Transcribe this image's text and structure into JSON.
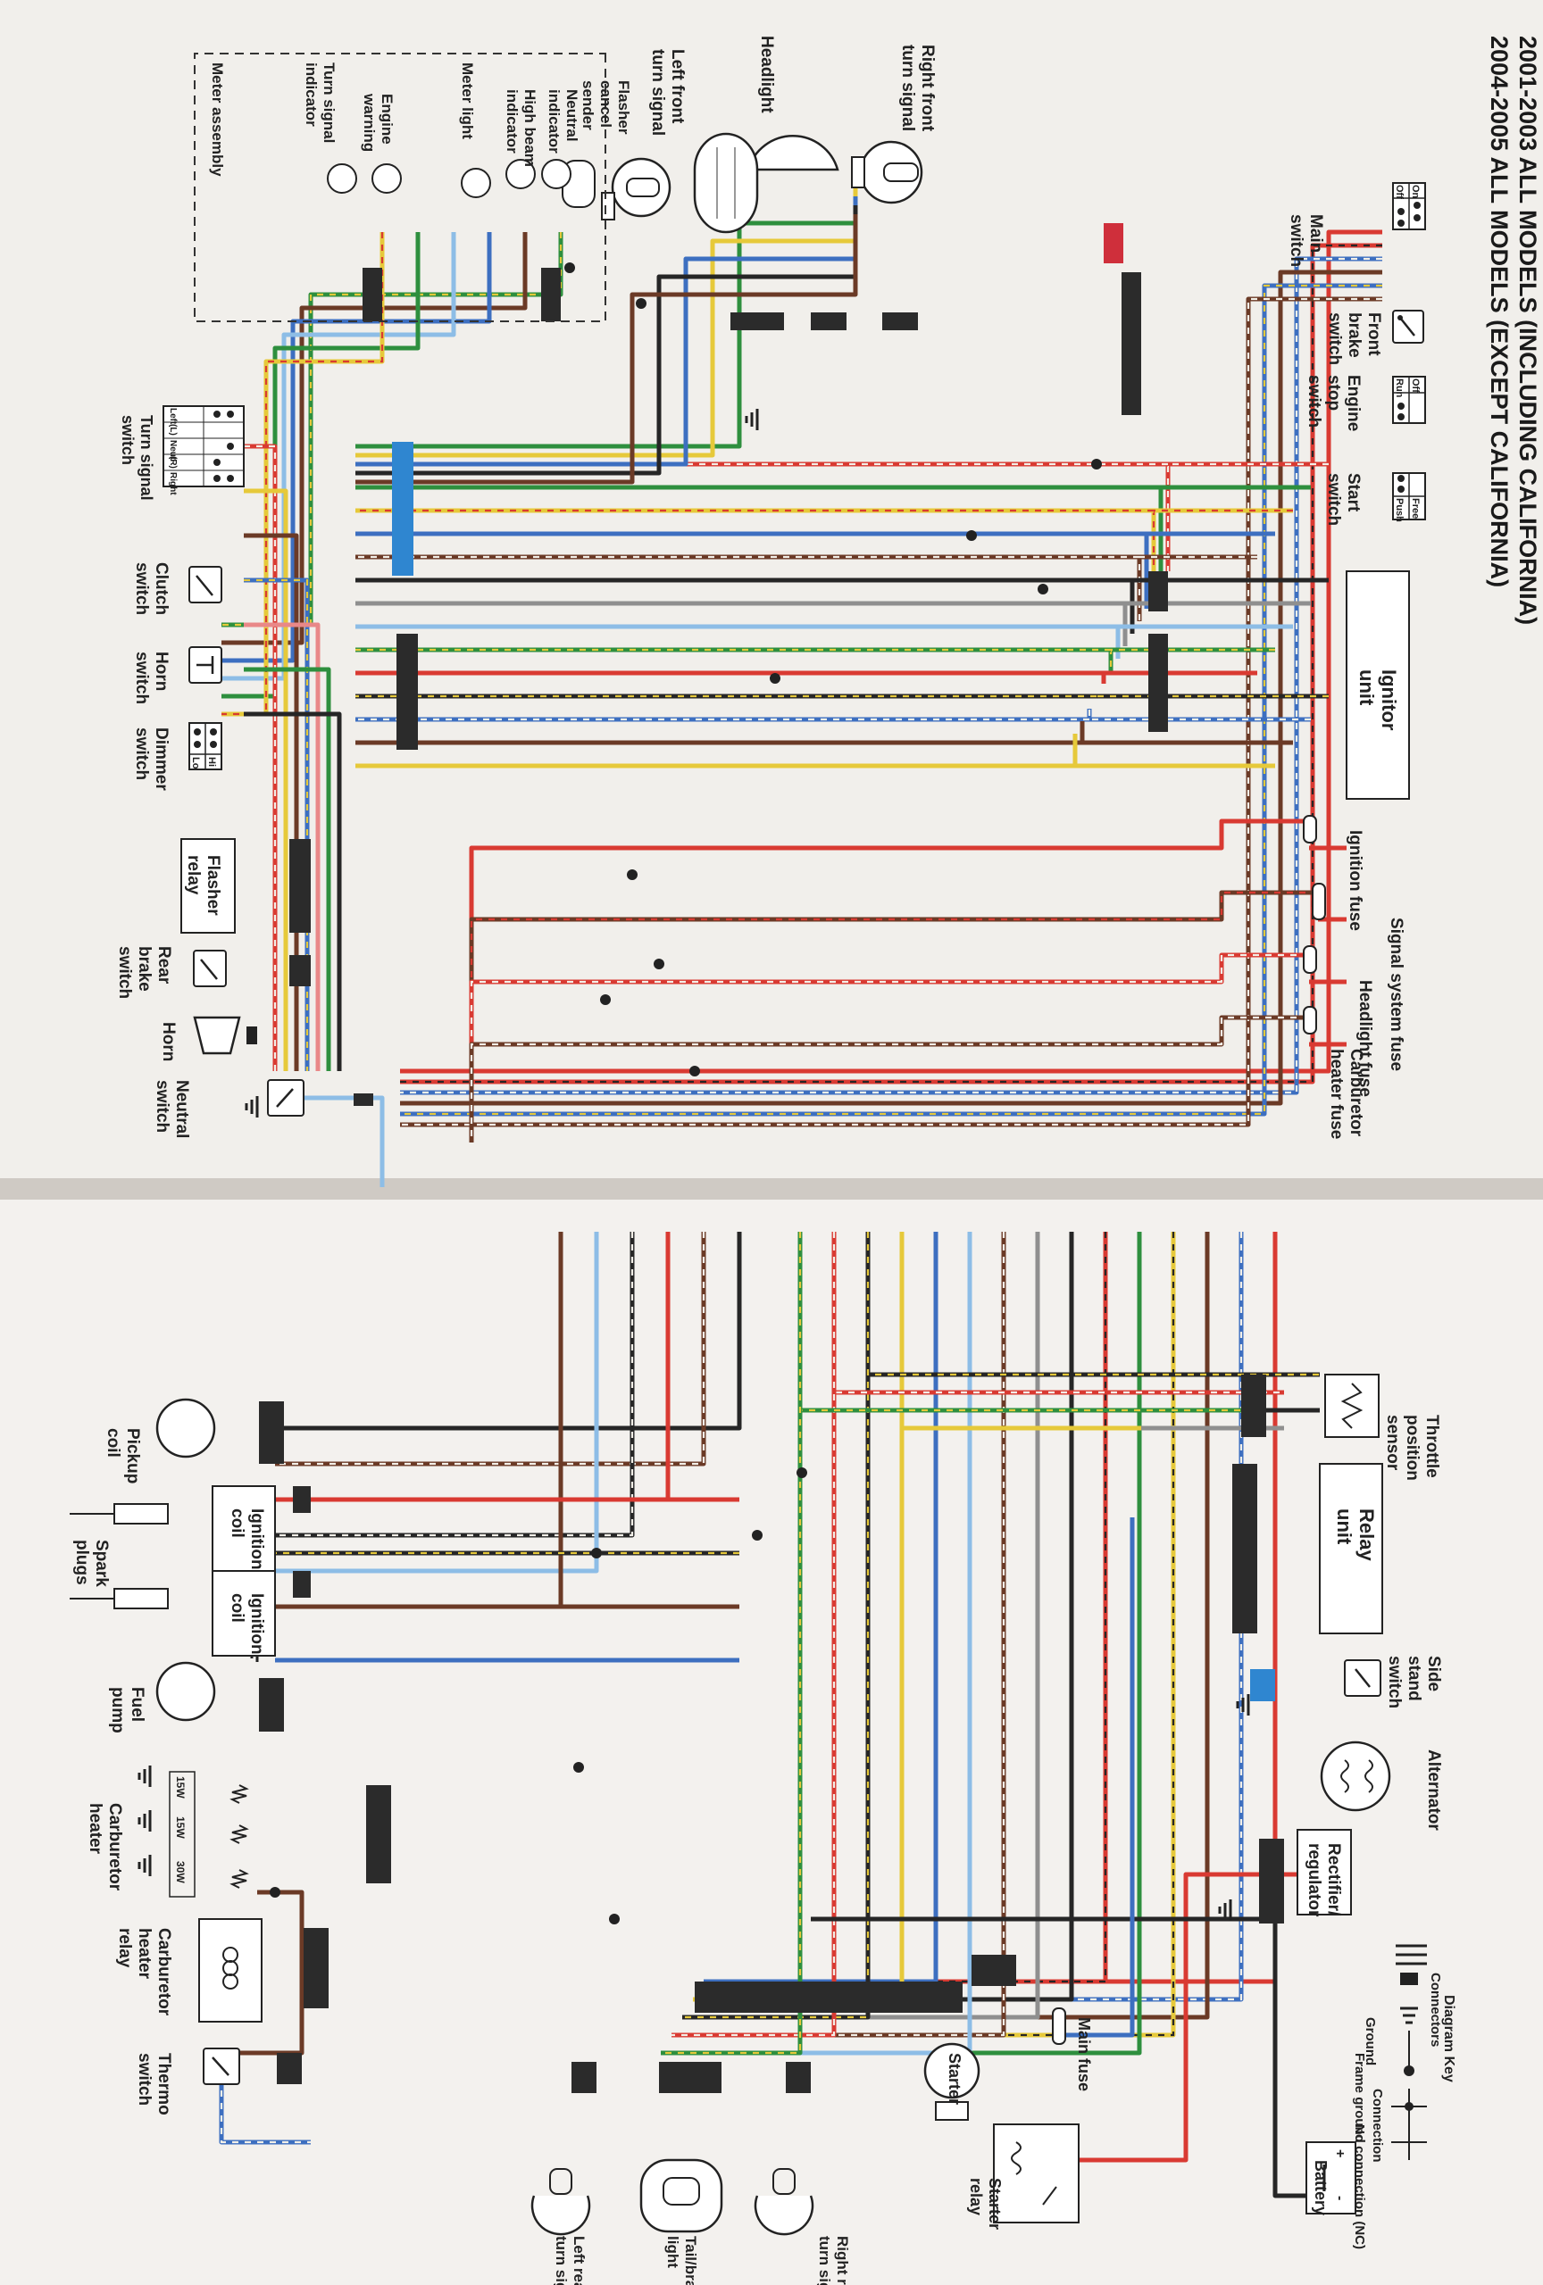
{
  "title": {
    "line1": "2001-2003 ALL MODELS (INCLUDING CALIFORNIA)",
    "line2": "2004-2005 ALL MODELS (EXCEPT CALIFORNIA)"
  },
  "labels": {
    "right_front_turn_signal": [
      "Right front",
      "turn signal"
    ],
    "headlight": [
      "Headlight"
    ],
    "left_front_turn_signal": [
      "Left front",
      "turn signal"
    ],
    "flasher_cancel_sender": [
      "Flasher",
      "cancel",
      "sender"
    ],
    "neutral_indicator": [
      "Neutral",
      "indicator"
    ],
    "high_beam_indicator": [
      "High beam",
      "indicator"
    ],
    "meter_light": [
      "Meter light"
    ],
    "engine_warning": [
      "Engine",
      "warning"
    ],
    "turn_signal_indicator": [
      "Turn signal",
      "indicator"
    ],
    "meter_assembly": [
      "Meter assembly"
    ],
    "main_switch": [
      "Main",
      "switch"
    ],
    "front_brake_switch": [
      "Front",
      "brake",
      "switch"
    ],
    "engine_stop_switch": [
      "Engine",
      "stop",
      "switch"
    ],
    "start_switch": [
      "Start",
      "switch"
    ],
    "ignitor_unit": [
      "Ignitor",
      "unit"
    ],
    "ignition_fuse": [
      "Ignition fuse"
    ],
    "signal_system_fuse": [
      "Signal system fuse"
    ],
    "headlight_fuse": [
      "Headlight fuse"
    ],
    "carburetor_heater_fuse": [
      "Carburetor",
      "heater fuse"
    ],
    "turn_signal_switch": [
      "Turn signal",
      "switch"
    ],
    "clutch_switch": [
      "Clutch",
      "switch"
    ],
    "horn_switch": [
      "Horn",
      "switch"
    ],
    "dimmer_switch": [
      "Dimmer",
      "switch"
    ],
    "flasher_relay": [
      "Flasher",
      "relay"
    ],
    "rear_brake_switch": [
      "Rear",
      "brake",
      "switch"
    ],
    "horn": [
      "Horn"
    ],
    "neutral_switch": [
      "Neutral",
      "switch"
    ],
    "throttle_position_sensor": [
      "Throttle",
      "position",
      "sensor"
    ],
    "relay_unit": [
      "Relay",
      "unit"
    ],
    "side_stand_switch": [
      "Side",
      "stand",
      "switch"
    ],
    "alternator": [
      "Alternator"
    ],
    "rectifier_regulator": [
      "Rectifier/",
      "regulator"
    ],
    "diagram_key": [
      "Diagram Key"
    ],
    "key_connectors": [
      "Connectors"
    ],
    "key_ground": [
      "Ground"
    ],
    "key_frame_ground": [
      "Frame ground"
    ],
    "key_connection": [
      "Connection"
    ],
    "key_no_connection": [
      "No connection (NC)"
    ],
    "battery": [
      "Battery"
    ],
    "main_fuse": [
      "Main fuse"
    ],
    "starter": [
      "Starter"
    ],
    "starter_relay": [
      "Starter",
      "relay"
    ],
    "pickup_coil": [
      "Pickup",
      "coil"
    ],
    "ignition_coil_1": [
      "Ignition",
      "coil"
    ],
    "ignition_coil_2": [
      "Ignition",
      "coil"
    ],
    "spark_plugs": [
      "Spark",
      "plugs"
    ],
    "fuel_pump": [
      "Fuel",
      "pump"
    ],
    "carburetor_heater": [
      "Carburetor",
      "heater"
    ],
    "carburetor_heater_relay": [
      "Carburetor",
      "heater",
      "relay"
    ],
    "thermo_switch": [
      "Thermo",
      "switch"
    ],
    "right_rear_turn_signal": [
      "Right rear",
      "turn signal"
    ],
    "tail_brake_light": [
      "Tail/brake",
      "light"
    ],
    "left_rear_turn_signal": [
      "Left rear",
      "turn signal"
    ]
  },
  "switch_tables": {
    "main_switch": [
      "On",
      "Off"
    ],
    "engine_stop_switch": [
      "Off",
      "Run"
    ],
    "start_switch": [
      "Free",
      "Push"
    ],
    "dimmer_switch": [
      "Hi",
      "Lo"
    ],
    "turn_signal_switch": [
      "Left",
      "(L)",
      "Neut",
      "(R)",
      "Right"
    ]
  },
  "heater_wattages": [
    "15W",
    "15W",
    "30W"
  ],
  "battery_polarity": [
    "+",
    "-"
  ],
  "wire_colors": {
    "red": "#d93a32",
    "blue": "#3d6fc0",
    "green": "#2e8f3e",
    "yellow": "#e6c93a",
    "brown": "#6b3a26",
    "black": "#262626",
    "gray": "#8f8f8f",
    "lightblue": "#8dbde6",
    "pink": "#e98888",
    "orange": "#e37a2e",
    "white": "#f3f0e8"
  },
  "connector_colors": {
    "normal": "#2b2b2b",
    "red": "#cf2f3b",
    "blue": "#2f86d0"
  }
}
